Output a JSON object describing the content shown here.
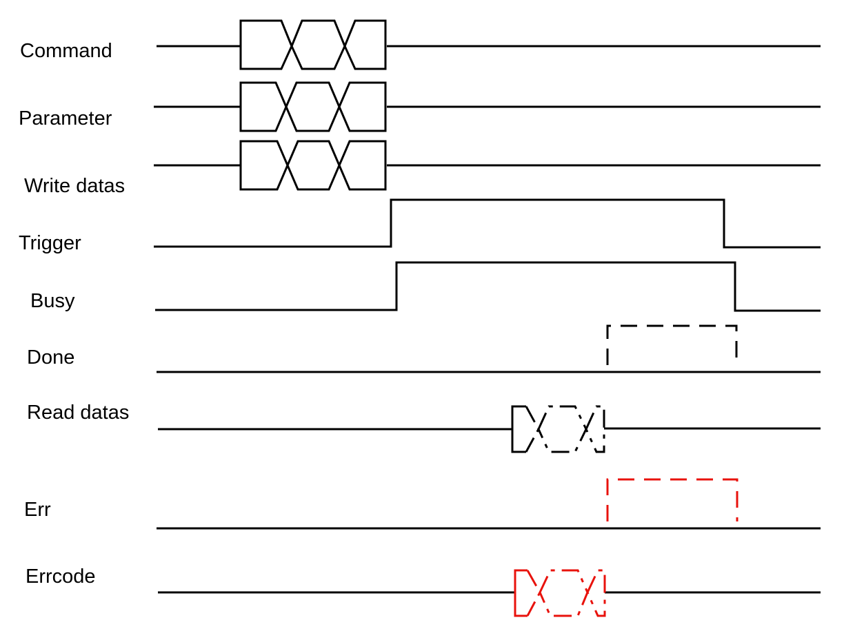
{
  "colors": {
    "normal": "#000000",
    "error": "#e8120c"
  },
  "signals": [
    {
      "id": "command",
      "label": "Command",
      "kind": "bus",
      "style": "solid",
      "color": "normal"
    },
    {
      "id": "parameter",
      "label": "Parameter",
      "kind": "bus",
      "style": "solid",
      "color": "normal"
    },
    {
      "id": "write-datas",
      "label": "Write datas",
      "kind": "bus",
      "style": "solid",
      "color": "normal"
    },
    {
      "id": "trigger",
      "label": "Trigger",
      "kind": "pulse",
      "style": "solid",
      "color": "normal"
    },
    {
      "id": "busy",
      "label": "Busy",
      "kind": "pulse",
      "style": "solid",
      "color": "normal"
    },
    {
      "id": "done",
      "label": "Done",
      "kind": "pulse",
      "style": "dashed",
      "color": "normal"
    },
    {
      "id": "read-datas",
      "label": "Read datas",
      "kind": "bus",
      "style": "dash-dot",
      "color": "normal"
    },
    {
      "id": "err",
      "label": "Err",
      "kind": "pulse",
      "style": "dashed",
      "color": "error"
    },
    {
      "id": "errcode",
      "label": "Errcode",
      "kind": "bus",
      "style": "dash-dot",
      "color": "error"
    }
  ]
}
